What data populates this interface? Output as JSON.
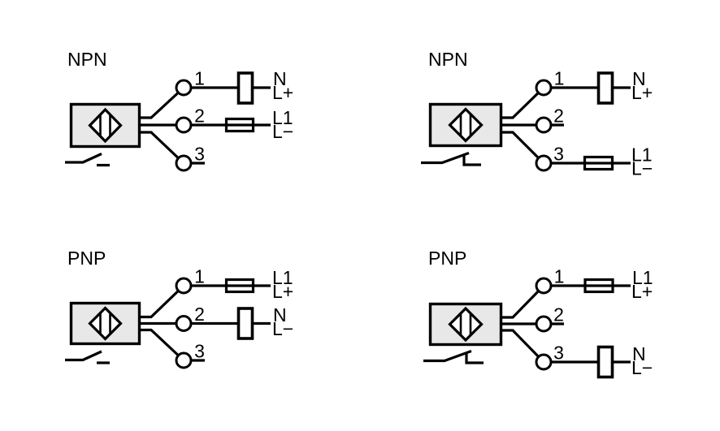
{
  "page": {
    "background_color": "#ffffff",
    "line_color": "#000000",
    "sensor_box_fill": "#e8e8e8"
  },
  "diagrams": [
    {
      "label": "NPN",
      "switch_type": "normally-open",
      "terminals": [
        {
          "number": "1",
          "component": "load",
          "line1": "N",
          "line2": "L+"
        },
        {
          "number": "2",
          "component": "fuse",
          "line1": "L1",
          "line2": "L−"
        },
        {
          "number": "3",
          "component": "none"
        }
      ]
    },
    {
      "label": "NPN",
      "switch_type": "normally-closed",
      "terminals": [
        {
          "number": "1",
          "component": "load",
          "line1": "N",
          "line2": "L+"
        },
        {
          "number": "2",
          "component": "none"
        },
        {
          "number": "3",
          "component": "fuse",
          "line1": "L1",
          "line2": "L−"
        }
      ]
    },
    {
      "label": "PNP",
      "switch_type": "normally-open",
      "terminals": [
        {
          "number": "1",
          "component": "fuse",
          "line1": "L1",
          "line2": "L+"
        },
        {
          "number": "2",
          "component": "load",
          "line1": "N",
          "line2": "L−"
        },
        {
          "number": "3",
          "component": "none"
        }
      ]
    },
    {
      "label": "PNP",
      "switch_type": "normally-closed",
      "terminals": [
        {
          "number": "1",
          "component": "fuse",
          "line1": "L1",
          "line2": "L+"
        },
        {
          "number": "2",
          "component": "none"
        },
        {
          "number": "3",
          "component": "load",
          "line1": "N",
          "line2": "L−"
        }
      ]
    }
  ]
}
